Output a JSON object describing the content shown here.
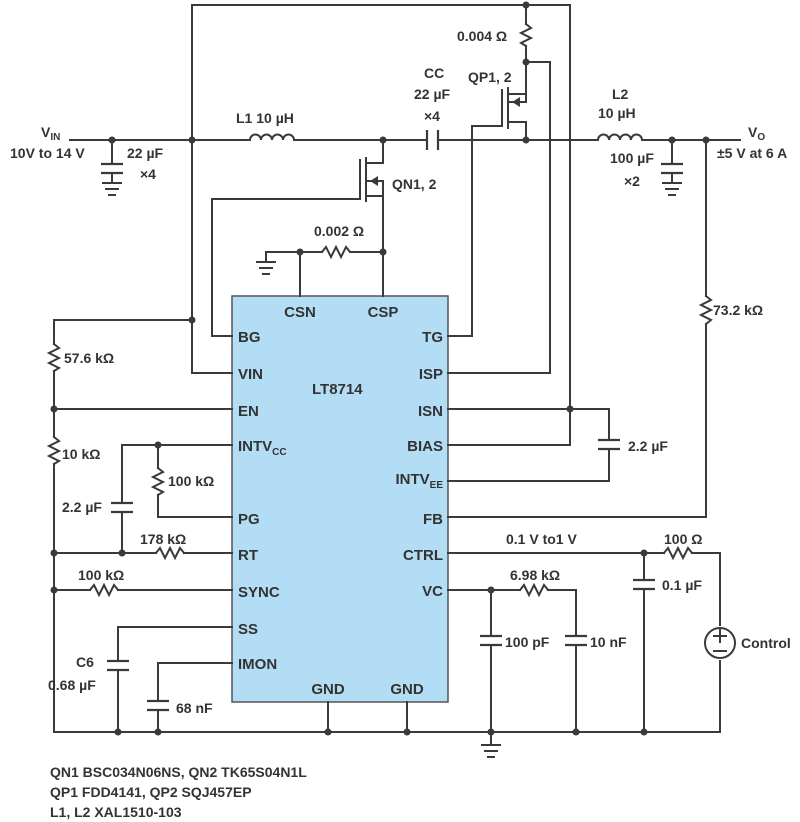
{
  "ic": {
    "name": "LT8714",
    "pins_left": [
      "BG",
      "VIN",
      "EN",
      "INTV",
      "PG",
      "RT",
      "SYNC",
      "SS",
      "IMON"
    ],
    "intvcc_sub": "CC",
    "pins_right": [
      "TG",
      "ISP",
      "ISN",
      "BIAS",
      "INTV",
      "FB",
      "CTRL",
      "VC"
    ],
    "intvee_sub": "EE",
    "pins_top": [
      "CSN",
      "CSP"
    ],
    "pins_bottom": [
      "GND",
      "GND"
    ]
  },
  "labels": {
    "vin_main": "V",
    "vin_sub": "IN",
    "vin_range": "10V to 14 V",
    "cin": "22 µF",
    "cin_mult": "×4",
    "l1": "L1 10 µH",
    "cc_name": "CC",
    "cc_value": "22 µF",
    "cc_mult": "×4",
    "qp": "QP1, 2",
    "rsense_top": "0.004 Ω",
    "qn": "QN1, 2",
    "rsense_low": "0.002 Ω",
    "l2_name": "L2",
    "l2_value": "10 µH",
    "cout": "100 µF",
    "cout_mult": "×2",
    "vo_main": "V",
    "vo_sub": "O",
    "vo_spec": "±5 V at 6 A",
    "r_fb": "73.2 kΩ",
    "r_en_top": "57.6 kΩ",
    "r_en_bot": "10 kΩ",
    "r_pg": "100 kΩ",
    "c_intvcc": "2.2 µF",
    "r_rt": "178 kΩ",
    "r_sync": "100 kΩ",
    "c6_name": "C6",
    "c6_value": "0.68 µF",
    "c_imon": "68 nF",
    "c_bias": "2.2 µF",
    "ctrl_range": "0.1 V to1 V",
    "r_ctrl": "100 Ω",
    "c_ctrl": "0.1 µF",
    "control": "Control",
    "r_vc": "6.98 kΩ",
    "c_vc1": "100 pF",
    "c_vc2": "10 nF"
  },
  "parts_list": [
    "QN1 BSC034N06NS, QN2 TK65S04N1L",
    "QP1 FDD4141, QP2 SQJ457EP",
    "L1, L2 XAL1510-103"
  ],
  "colors": {
    "ic_fill": "#b3dcf5",
    "wire": "#3a3a3a",
    "text": "#333333"
  }
}
